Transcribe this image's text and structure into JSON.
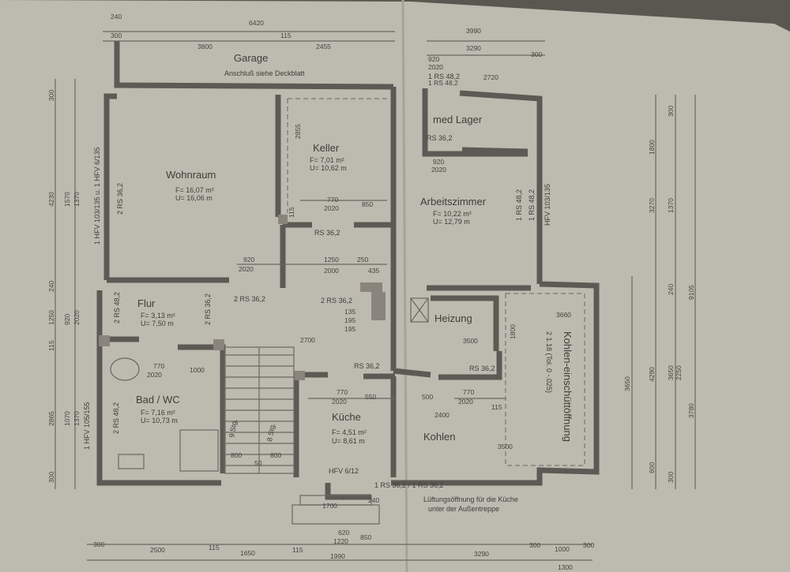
{
  "rooms": {
    "garage": {
      "name": "Garage",
      "note": "Anschluß siehe Deckblatt"
    },
    "wohnraum": {
      "name": "Wohnraum",
      "area": "F= 16,07 m²",
      "perimeter": "U= 16,06 m"
    },
    "keller": {
      "name": "Keller",
      "area": "F= 7,01 m²",
      "perimeter": "U= 10,62 m"
    },
    "med_lager": {
      "name": "med Lager"
    },
    "arbeitszimmer": {
      "name": "Arbeitszimmer",
      "area": "F= 10,22 m²",
      "perimeter": "U= 12,79 m"
    },
    "flur": {
      "name": "Flur",
      "area": "F= 3,13 m²",
      "perimeter": "U= 7,50 m"
    },
    "heizung": {
      "name": "Heizung"
    },
    "bad_wc": {
      "name": "Bad / WC",
      "area": "F= 7,16 m²",
      "perimeter": "U= 10,73 m"
    },
    "kueche": {
      "name": "Küche",
      "area": "F= 4,51 m²",
      "perimeter": "U= 8,61 m"
    },
    "kohlen": {
      "name": "Kohlen"
    },
    "kohlen_opening": {
      "name": "Kohlen-einschüttöffnung",
      "note": "2 1.18 (Tol. 0 -.025)"
    }
  },
  "notes": {
    "lueftung_line1": "Lüftungsöffnung für die Küche",
    "lueftung_line2": "unter der Außentreppe"
  },
  "stair_labels": {
    "stair_a": "9 Stg.",
    "stair_b": "8 Stg."
  },
  "window_labels": {
    "w1": "2 RS 36,2",
    "w2": "RS 36,2",
    "w3": "RS 36,2",
    "w4": "2 RS 36,2",
    "w5": "2 RS 36,2",
    "w6": "RS 36,2",
    "w7": "2 RS 48,2",
    "w8": "1 RS 48,2",
    "w9": "1 RS 48,2",
    "w10": "HFV 6/12",
    "w11": "1 HFV 105/155",
    "w12": "2 RS 48,2",
    "w13": "1 RS 36,2 / 1 RS 36,2",
    "w14": "1 HFV 103/135 u. 1 HFV 6/135",
    "w15": "1 RS 48,2",
    "w16": "HFV 103/135",
    "w17": "2 RS 36,2",
    "w18": "RS 36,2"
  },
  "dimensions": {
    "top_total": "6420",
    "top_wall": "240",
    "top_left": "300",
    "top_3800": "3800",
    "top_115": "115",
    "top_2455": "2455",
    "top_right_3990": "3990",
    "top_right_3290": "3290",
    "top_right_300": "300",
    "d920a": "920",
    "d2020a": "2020",
    "d1rs": "1 RS 48,2",
    "d2720": "2720",
    "d2855": "2855",
    "d115k": "115",
    "d770a": "770",
    "d2020b": "2020",
    "d850a": "850",
    "d920b": "920",
    "d2020c": "2020",
    "d1250": "1250",
    "d2000": "2000",
    "d250": "250",
    "d435": "435",
    "d920c": "920",
    "d2020d": "2020",
    "d135": "135",
    "d195a": "195",
    "d195b": "195",
    "d2700": "2700",
    "d3500a": "3500",
    "d770b": "770",
    "d2020e": "2020",
    "d1000": "1000",
    "d770c": "770",
    "d2020f": "2020",
    "d550": "550",
    "d500": "500",
    "d770d": "770",
    "d2020g": "2020",
    "d2400": "2400",
    "d115b": "115",
    "d1800": "1800",
    "d3660": "3660",
    "d3500b": "3500",
    "d800a": "800",
    "d800b": "800",
    "d50": "50",
    "d1700": "1700",
    "d240b": "240",
    "d620": "620",
    "d1220": "1220",
    "d850b": "850",
    "b300": "300",
    "b2500": "2500",
    "b115a": "115",
    "b1650": "1650",
    "b115b": "115",
    "b1990": "1990",
    "b3290": "3290",
    "b300b": "300",
    "b1000": "1000",
    "b300c": "300",
    "b1300": "1300",
    "l300": "300",
    "l4230": "4230",
    "l1570": "1570",
    "l1370": "1370",
    "l240": "240",
    "l1250": "1250",
    "l920": "920",
    "l2020": "2020",
    "l115": "115",
    "l2865": "2865",
    "l1070": "1070",
    "l1370b": "1370",
    "l300b": "300",
    "r300": "300",
    "r1800": "1800",
    "r3270": "3270",
    "r1370": "1370",
    "r9105": "9105",
    "r240": "240",
    "r3650": "3650",
    "r4290": "4290",
    "r3650b": "3650",
    "r2250": "2250",
    "r600": "600",
    "r300b": "300",
    "r3780": "3780"
  },
  "colors": {
    "paper": "#bdbab0",
    "ink": "#5d5a55",
    "background": "#5a5750"
  }
}
